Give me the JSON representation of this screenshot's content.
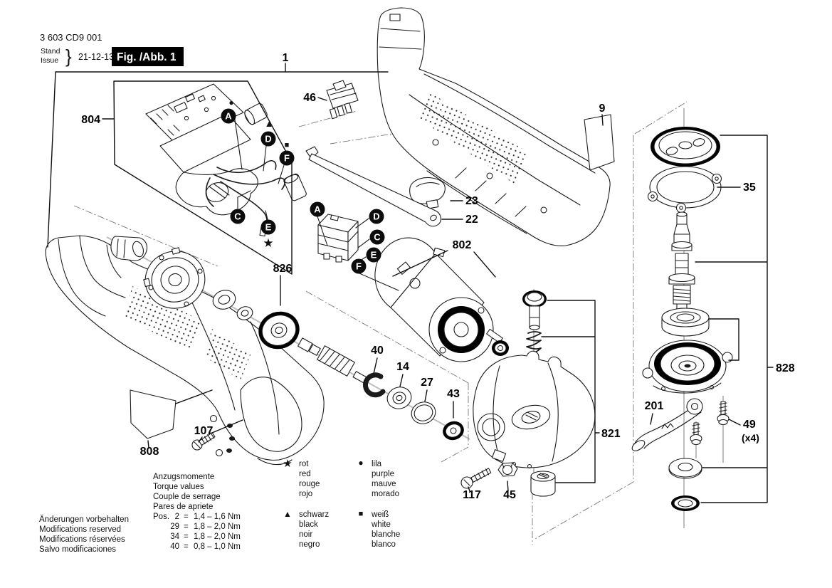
{
  "header": {
    "part_number": "3 603 CD9 001",
    "stand": "Stand",
    "issue": "Issue",
    "brace": "}",
    "date": "21-12-13",
    "figure": "Fig. /Abb. 1"
  },
  "labels": [
    "1",
    "804",
    "46",
    "9",
    "23",
    "22",
    "802",
    "826",
    "35",
    "828",
    "40",
    "14",
    "27",
    "43",
    "821",
    "201",
    "49",
    "(x4)",
    "107",
    "808",
    "117",
    "45"
  ],
  "letters": {
    "A": "A",
    "C": "C",
    "D": "D",
    "E": "E",
    "F": "F"
  },
  "symbols": {
    "star": "★",
    "dot": "●",
    "triangle": "▲",
    "square": "■"
  },
  "legend": {
    "columns": [
      {
        "symbol": "star",
        "items": [
          "rot",
          "red",
          "rouge",
          "rojo"
        ]
      },
      {
        "symbol": "dot",
        "items": [
          "lila",
          "purple",
          "mauve",
          "morado"
        ]
      },
      {
        "symbol": "triangle",
        "items": [
          "schwarz",
          "black",
          "noir",
          "negro"
        ]
      },
      {
        "symbol": "square",
        "items": [
          "weiß",
          "white",
          "blanche",
          "blanco"
        ]
      }
    ]
  },
  "torque": {
    "title_lines": [
      "Anzugsmomente",
      "Torque values",
      "Couple de serrage",
      "Pares de apriete"
    ],
    "rows": [
      {
        "prefix": "Pos.",
        "pos": "2",
        "eq": "=",
        "range": "1,4 – 1,6 Nm"
      },
      {
        "prefix": "",
        "pos": "29",
        "eq": "=",
        "range": "1,8 – 2,0 Nm"
      },
      {
        "prefix": "",
        "pos": "34",
        "eq": "=",
        "range": "1,8 – 2,0 Nm"
      },
      {
        "prefix": "",
        "pos": "40",
        "eq": "=",
        "range": "0,8 – 1,0 Nm"
      }
    ]
  },
  "footer": {
    "lines": [
      "Änderungen vorbehalten",
      "Modifications reserved",
      "Modifications réservées",
      "Salvo modificaciones"
    ]
  },
  "colors": {
    "ink": "#1b1b1b",
    "background": "#ffffff",
    "fig_box": "#000000",
    "construction": "#7a7a7a",
    "axis": "#bdbdbd"
  }
}
